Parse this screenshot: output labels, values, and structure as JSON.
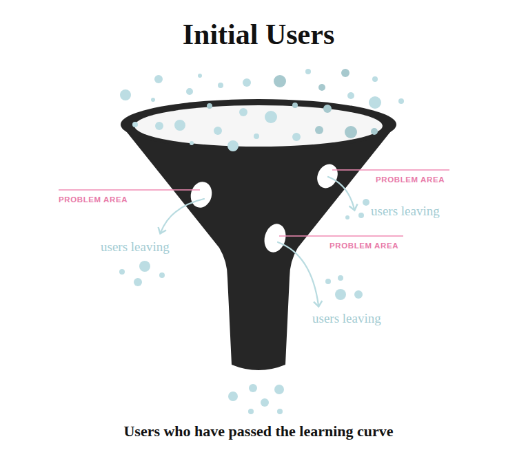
{
  "diagram": {
    "title": "Initial Users",
    "caption": "Users who have passed the learning curve",
    "labels": [
      "PROBLEM AREA",
      "PROBLEM AREA",
      "users leaving",
      "PROBLEM AREA",
      "users leaving",
      "users leaving"
    ]
  }
}
